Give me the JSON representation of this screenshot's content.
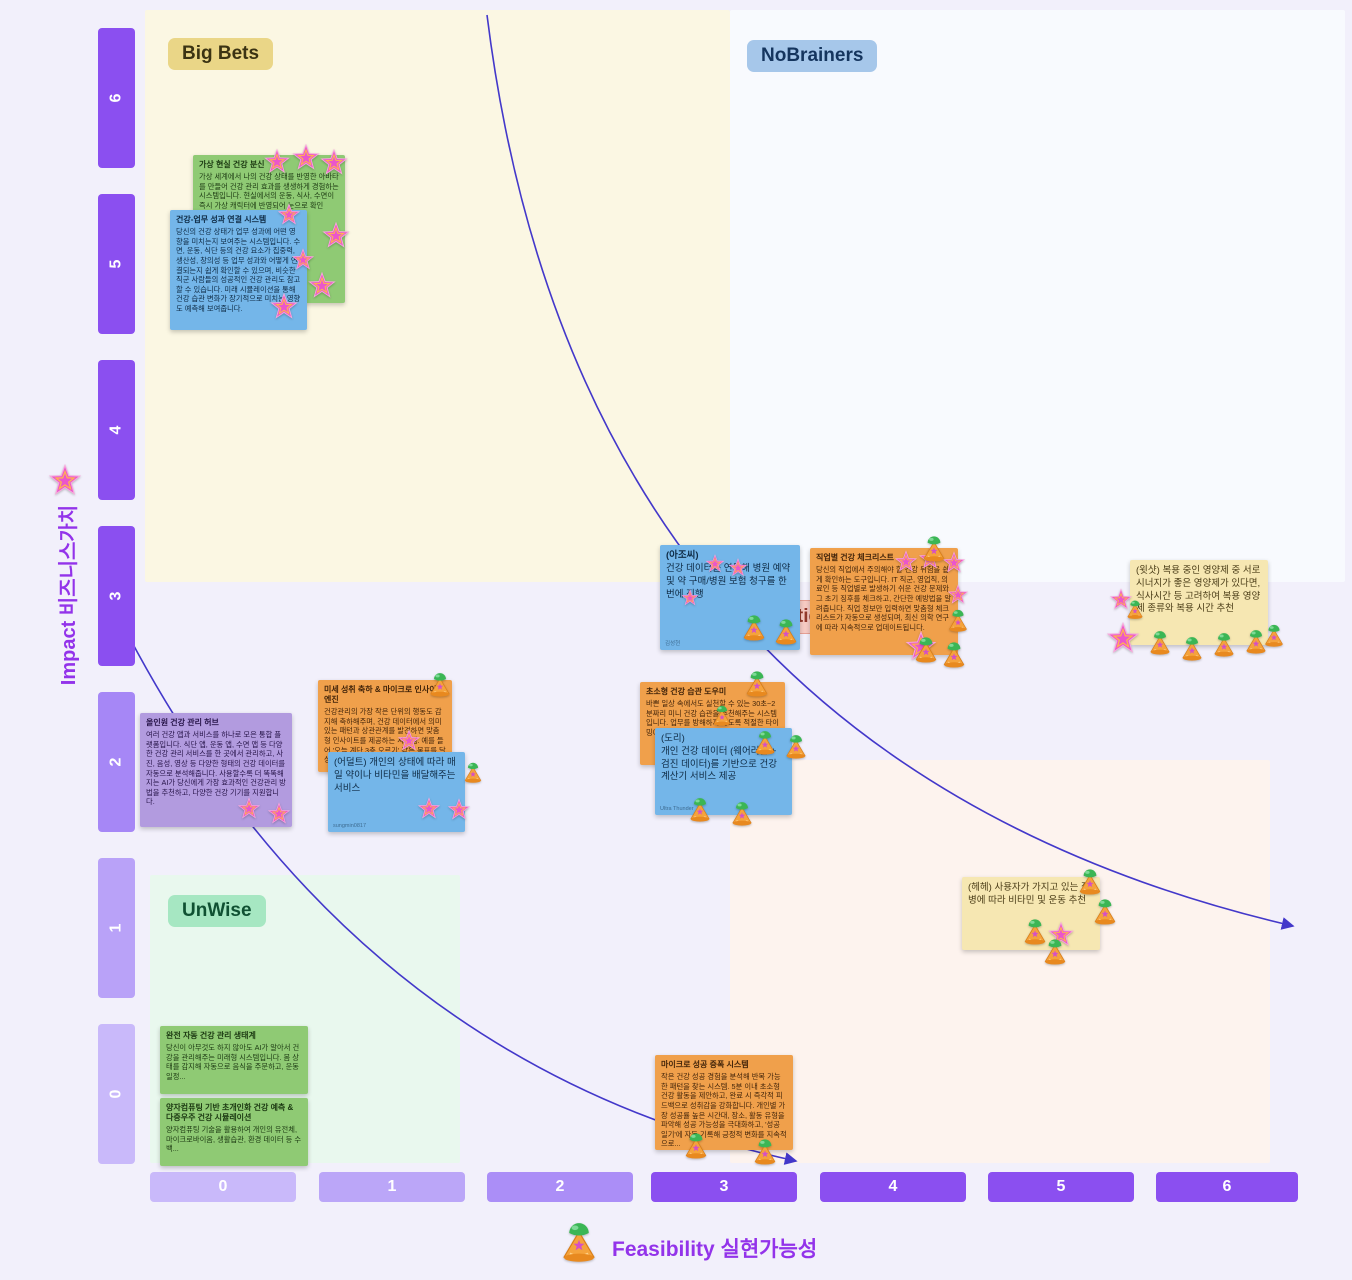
{
  "axes": {
    "y_label": "Impact 비즈니스가치",
    "x_label": "Feasibility 실현가능성",
    "y_ticks": [
      "6",
      "5",
      "4",
      "3",
      "2",
      "1",
      "0"
    ],
    "x_ticks": [
      "0",
      "1",
      "2",
      "3",
      "4",
      "5",
      "6"
    ]
  },
  "quadrants": {
    "big_bets": "Big Bets",
    "nobrainers": "NoBrainers",
    "unwise": "UnWise",
    "utilities": "Utilities"
  },
  "colors": {
    "axis_dark": "#8b4ff0",
    "axis_light": "#c9b9fa",
    "curve": "#4338ca",
    "label_purple": "#9333ea",
    "note_green": "#8fca74",
    "note_blue": "#74b6e9",
    "note_orange": "#f0a04b",
    "note_yellow": "#f6e7b2",
    "note_purple": "#b29bdf"
  },
  "icons": {
    "star": "star-sticker",
    "ufo": "ufo-sticker"
  },
  "notes": [
    {
      "title": "가상 현실 건강 분신",
      "body": "가상 세계에서 나의 건강 상태를 반영한 아바타를 만들어 건강 관리 효과를 생생하게 경험하는 시스템입니다. 현실에서의 운동, 식사, 수면이 즉시 가상 캐릭터에 반영되어 눈으로 확인",
      "author": ""
    },
    {
      "title": "건강-업무 성과 연결 시스템",
      "body": "당신의 건강 상태가 업무 성과에 어떤 영향을 미치는지 보여주는 시스템입니다. 수면, 운동, 식단 등의 건강 요소가 집중력, 생산성, 창의성 등 업무 성과와 어떻게 연결되는지 쉽게 확인할 수 있으며, 비슷한 직군 사람들의 성공적인 건강 관리도 참고할 수 있습니다. 미래 시뮬레이션을 통해 건강 습관 변화가 장기적으로 미치는 영향도 예측해 보여줍니다.",
      "author": ""
    },
    {
      "title": "(아조씨)",
      "body": "건강 데이터를 연동해 병원 예약 및 약 구매/병원 보험 청구를 한번에 진행",
      "author": "김성현"
    },
    {
      "title": "직업별 건강 체크리스트",
      "body": "당신의 직업에서 주의해야 할 건강 위험을 쉽게 확인하는 도구입니다. IT 직군, 영업직, 의료인 등 직업별로 발생하기 쉬운 건강 문제와 그 초기 징후를 체크하고, 간단한 예방법을 알려줍니다. 직업 정보만 입력하면 맞춤형 체크리스트가 자동으로 생성되며, 최신 의학 연구에 따라 지속적으로 업데이트됩니다.",
      "author": ""
    },
    {
      "title": "(윗샷)",
      "body": "복용 중인 영양제 중 서로 시너지가 좋은 영양제가 있다면, 식사시간 등 고려하여 복용 영양제 종류와 복용 시간 추천",
      "author": ""
    },
    {
      "title": "미세 성취 축하 & 마이크로 인사이트 엔진",
      "body": "건강관리의 가장 작은 단위의 행동도 감지해 축하해주며, 건강 데이터에서 의미 있는 패턴과 상관관계를 발견하면 맞춤형 인사이트를 제공하는 시스템. 예를 들어 '오늘 계단 3층 오르기' 같은 목표를 달성하...",
      "author": ""
    },
    {
      "title": "(어덜트)",
      "body": "개인의 상태에 따라 매일 약이나 비타민을 배달해주는 서비스",
      "author": "sungmin0817"
    },
    {
      "title": "올인원 건강 관리 허브",
      "body": "여러 건강 앱과 서비스를 하나로 모은 통합 플랫폼입니다. 식단 앱, 운동 앱, 수면 앱 등 다양한 건강 관리 서비스를 한 곳에서 관리하고, 사진, 음성, 영상 등 다양한 형태의 건강 데이터를 자동으로 분석해줍니다. 사용할수록 더 똑똑해지는 AI가 당신에게 가장 효과적인 건강관리 방법을 추천하고, 다양한 건강 기기를 지원합니다.",
      "author": ""
    },
    {
      "title": "초소형 건강 습관 도우미",
      "body": "바쁜 일상 속에서도 실천할 수 있는 30초~2분짜리 미니 건강 습관을 추천해주는 시스템입니다. 업무를 방해하지 않도록 적절한 타이밍에 알림을 제공...",
      "author": ""
    },
    {
      "title": "(도리)",
      "body": "개인 건강 데이터 (웨어러블 + 검진 데이터)를 기반으로 건강 계산기 서비스 제공",
      "author": "Ultra Thunder"
    },
    {
      "title": "(헤헤)",
      "body": "사용자가 가지고 있는 질병에 따라 비타민 및 운동 추천",
      "author": ""
    },
    {
      "title": "완전 자동 건강 관리 생태계",
      "body": "당신이 아무것도 하지 않아도 AI가 알아서 건강을 관리해주는 미래형 시스템입니다. 몸 상태를 감지해 자동으로 음식을 주문하고, 운동 일정...",
      "author": ""
    },
    {
      "title": "양자컴퓨팅 기반 초개인화 건강 예측 & 다중우주 건강 시뮬레이션",
      "body": "양자컴퓨팅 기술을 활용하여 개인의 유전체, 마이크로바이옴, 생활습관, 환경 데이터 등 수백...",
      "author": ""
    },
    {
      "title": "마이크로 성공 증폭 시스템",
      "body": "작은 건강 성공 경험을 분석해 반복 가능한 패턴을 찾는 시스템. 5분 이내 초소형 건강 활동을 제안하고, 완료 시 즉각적 피드백으로 성취감을 강화합니다. 개인별 가장 성공률 높은 시간대, 장소, 활동 유형을 파악해 성공 가능성을 극대화하고, '성공 일기'에 자동 기록해 긍정적 변화를 지속적으로...",
      "author": ""
    }
  ]
}
